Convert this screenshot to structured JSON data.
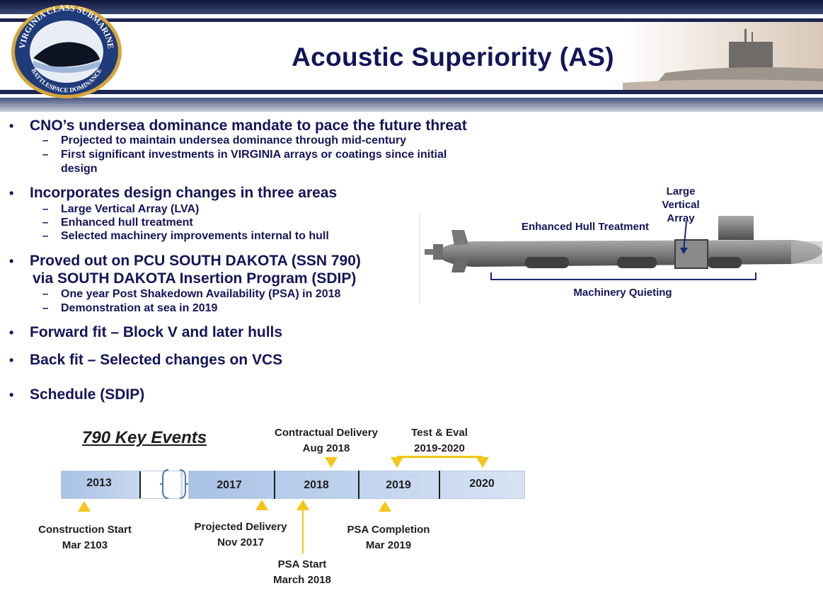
{
  "header": {
    "title": "Acoustic Superiority (AS)",
    "logo": {
      "top_text": "VIRGINIA CLASS SUBMARINE",
      "bottom_text": "BATTLESPACE DOMINANCE"
    }
  },
  "bullets": [
    {
      "text": "CNO’s undersea dominance mandate to pace the future threat",
      "subs": [
        "Projected to maintain undersea dominance through mid-century",
        "First significant investments in VIRGINIA arrays or coatings since initial",
        "design"
      ]
    },
    {
      "text": "Incorporates design changes in three areas",
      "subs": [
        "Large Vertical Array (LVA)",
        "Enhanced hull treatment",
        "Selected machinery improvements internal to hull"
      ]
    },
    {
      "text": "Proved out on PCU SOUTH DAKOTA (SSN 790)",
      "text2": "via SOUTH DAKOTA Insertion Program (SDIP)",
      "subs": [
        "One year Post Shakedown Availability (PSA) in 2018",
        "Demonstration at sea in 2019"
      ]
    },
    {
      "text": "Forward fit – Block V and later hulls"
    },
    {
      "text": "Back fit – Selected changes on VCS"
    },
    {
      "text": "Schedule (SDIP)"
    }
  ],
  "diagram": {
    "lva_label_lines": [
      "Large",
      "Vertical",
      "Array"
    ],
    "hull_label": "Enhanced Hull Treatment",
    "machinery_label": "Machinery Quieting"
  },
  "timeline": {
    "heading": "790 Key Events",
    "years": [
      "2013",
      "2017",
      "2018",
      "2019",
      "2020"
    ],
    "events": {
      "contractual": [
        "Contractual Delivery",
        "Aug 2018"
      ],
      "test_eval": [
        "Test & Eval",
        "2019-2020"
      ],
      "construction": [
        "Construction Start",
        "Mar 2103"
      ],
      "projected": [
        "Projected Delivery",
        "Nov 2017"
      ],
      "psa_start": [
        "PSA Start",
        "March 2018"
      ],
      "psa_completion": [
        "PSA Completion",
        "Mar 2019"
      ]
    }
  },
  "colors": {
    "title": "#14145a",
    "header_band": "#1c2451",
    "marker": "#f5c518",
    "timeline_bar": "#a9c2e6"
  }
}
